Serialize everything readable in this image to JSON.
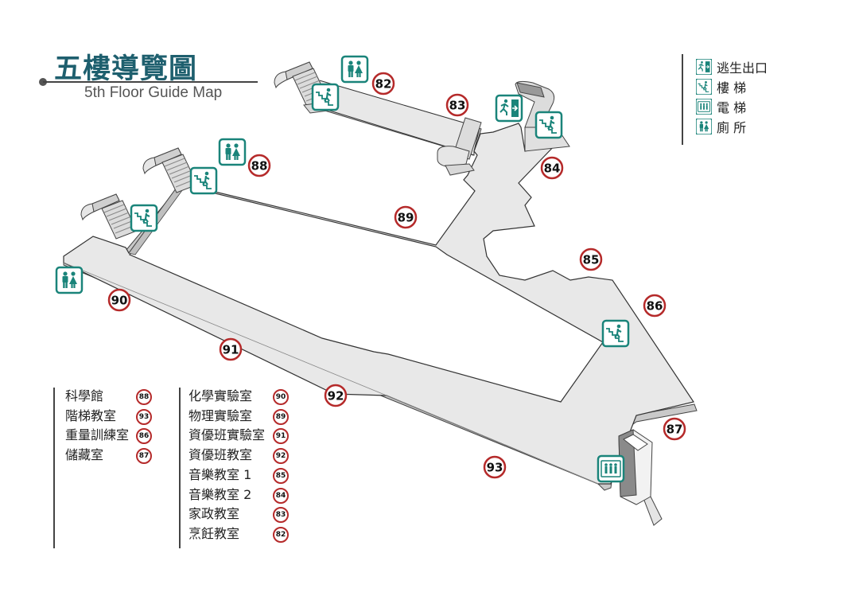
{
  "title": {
    "zh": "五樓導覽圖",
    "en": "5th Floor Guide Map"
  },
  "colors": {
    "title": "#1e5f6e",
    "icon": "#1a847a",
    "badge_ring": "#b52a2a",
    "floor": "#e8e8e8",
    "edge": "#333333"
  },
  "legend": [
    {
      "icon": "emergency-exit-icon",
      "label": "逃生出口"
    },
    {
      "icon": "stairs-icon",
      "label": "樓 梯"
    },
    {
      "icon": "elevator-icon",
      "label": "電 梯"
    },
    {
      "icon": "restroom-icon",
      "label": "廁 所"
    }
  ],
  "rooms_left": [
    {
      "name": "科學館",
      "number": "88"
    },
    {
      "name": "階梯教室",
      "number": "93"
    },
    {
      "name": "重量訓練室",
      "number": "86"
    },
    {
      "name": "儲藏室",
      "number": "87"
    }
  ],
  "rooms_right": [
    {
      "name": "化學實驗室",
      "number": "90"
    },
    {
      "name": "物理實驗室",
      "number": "89"
    },
    {
      "name": "資優班實驗室",
      "number": "91"
    },
    {
      "name": "資優班教室",
      "number": "92"
    },
    {
      "name": "音樂教室 1",
      "number": "85"
    },
    {
      "name": "音樂教室 2",
      "number": "84"
    },
    {
      "name": "家政教室",
      "number": "83"
    },
    {
      "name": "烹飪教室",
      "number": "82"
    }
  ],
  "map_markers": [
    {
      "number": "82"
    },
    {
      "number": "83"
    },
    {
      "number": "84"
    },
    {
      "number": "85"
    },
    {
      "number": "86"
    },
    {
      "number": "87"
    },
    {
      "number": "88"
    },
    {
      "number": "89"
    },
    {
      "number": "90"
    },
    {
      "number": "91"
    },
    {
      "number": "92"
    },
    {
      "number": "93"
    }
  ],
  "map_icons": [
    {
      "type": "restroom-icon"
    },
    {
      "type": "restroom-icon"
    },
    {
      "type": "restroom-icon"
    },
    {
      "type": "stairs-icon"
    },
    {
      "type": "stairs-icon"
    },
    {
      "type": "stairs-icon"
    },
    {
      "type": "stairs-icon"
    },
    {
      "type": "stairs-icon"
    },
    {
      "type": "emergency-exit-icon"
    },
    {
      "type": "elevator-icon"
    }
  ]
}
